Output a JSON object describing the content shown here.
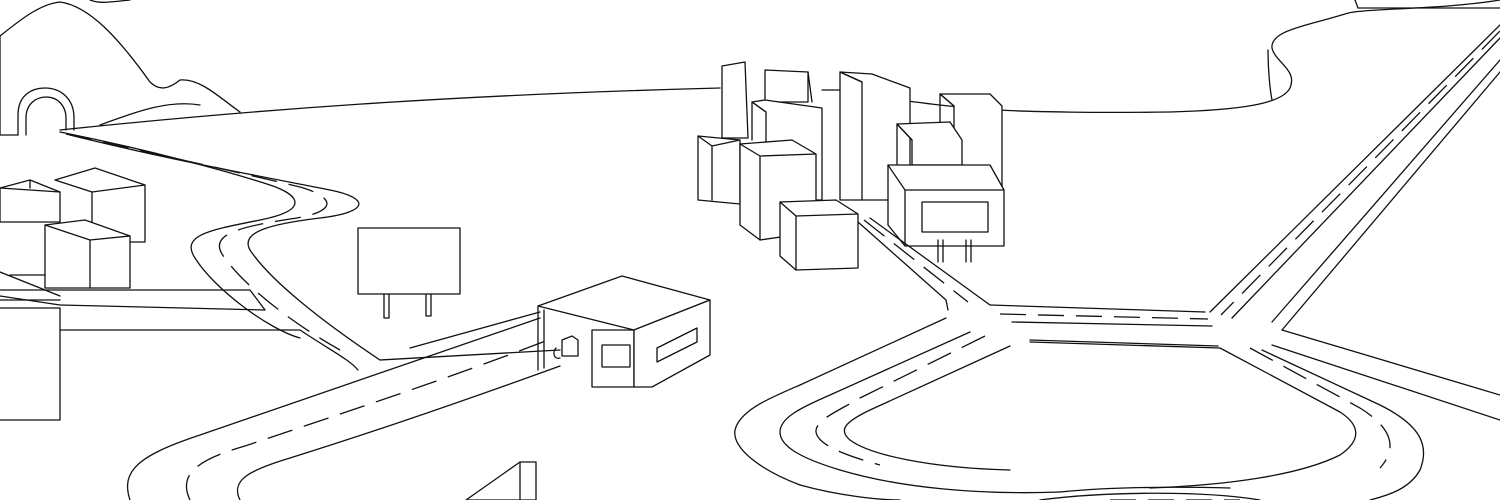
{
  "scene": {
    "style": "black line drawing on white",
    "colors": {
      "background": "#ffffff",
      "line": "#111111"
    },
    "elements": [
      "hills-with-tunnel",
      "winding-road",
      "left-houses",
      "billboard-left",
      "gas-station",
      "downtown-skyscrapers",
      "downtown-billboard",
      "crossroad-intersection",
      "ring-road",
      "diagonal-highway",
      "distant-lake-shoreline"
    ]
  }
}
